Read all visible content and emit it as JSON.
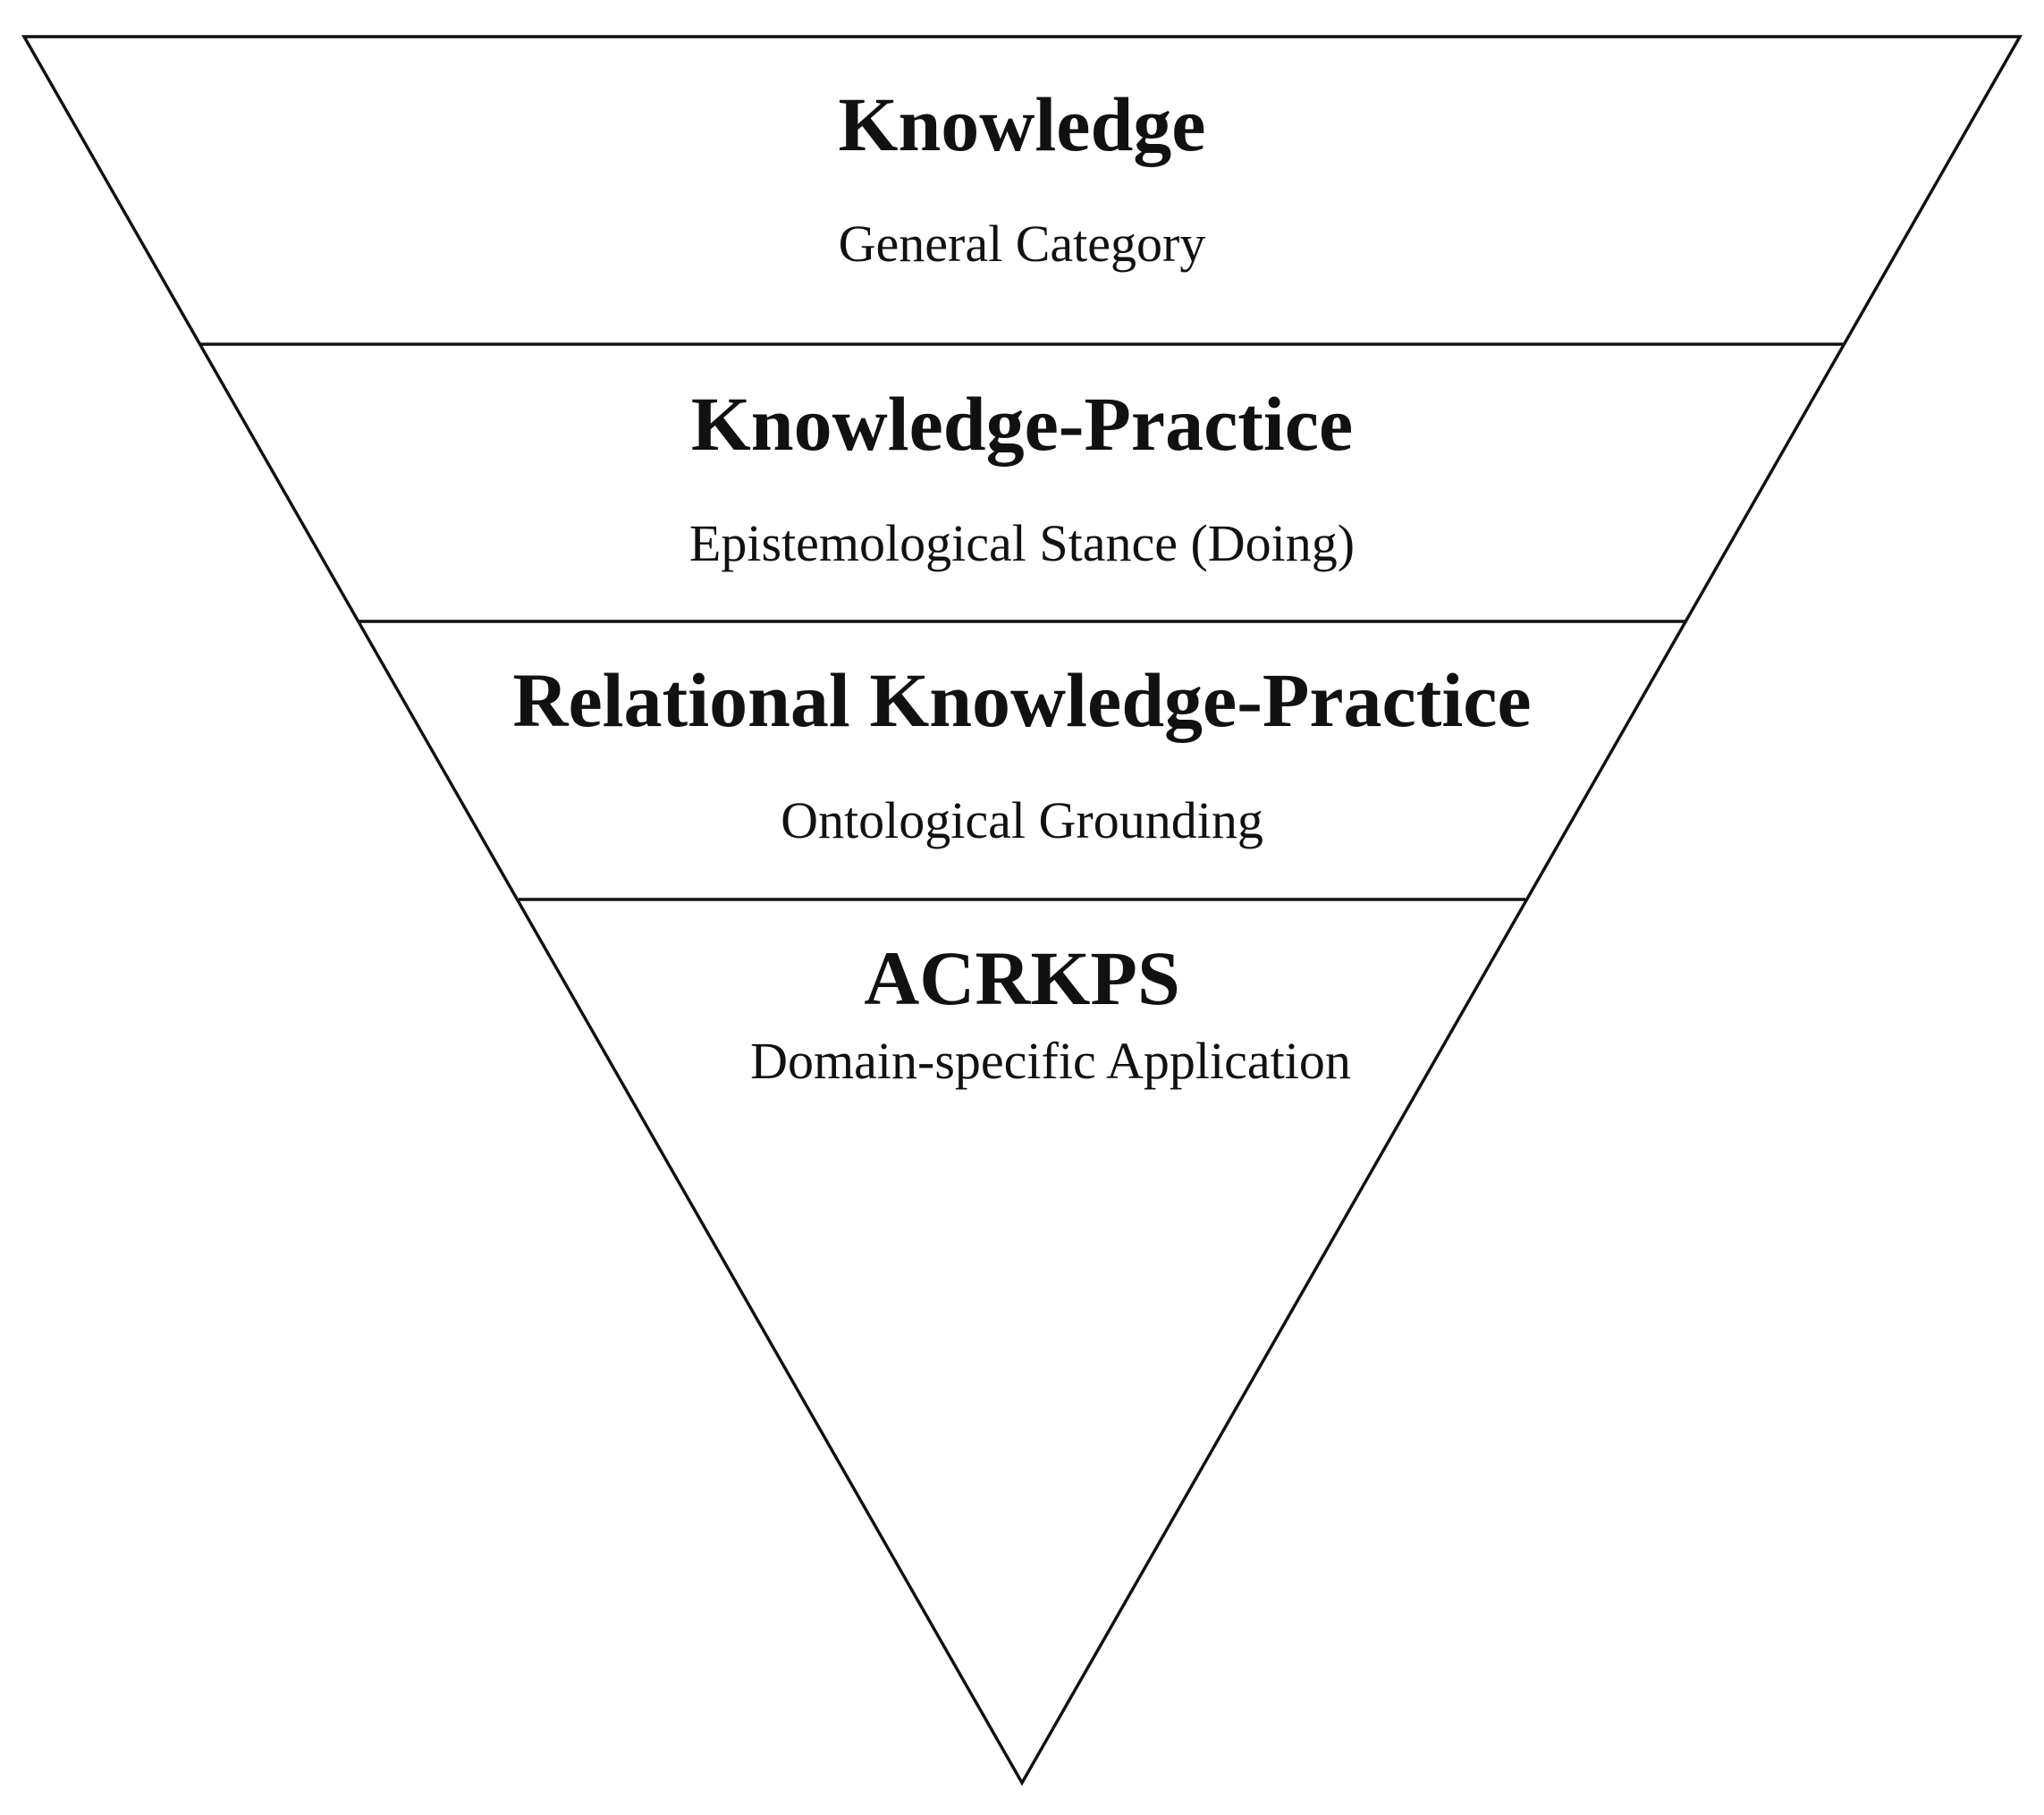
{
  "tiers": [
    {
      "title": "Knowledge",
      "subtitle": "General Category"
    },
    {
      "title": "Knowledge-Practice",
      "subtitle": "Epistemological Stance (Doing)"
    },
    {
      "title": "Relational Knowledge-Practice",
      "subtitle": "Ontological Grounding"
    },
    {
      "title": "ACRKPS",
      "subtitle": "Domain-specific Application"
    }
  ],
  "colors": {
    "stroke": "#111111",
    "text": "#111111",
    "background": "#ffffff"
  }
}
